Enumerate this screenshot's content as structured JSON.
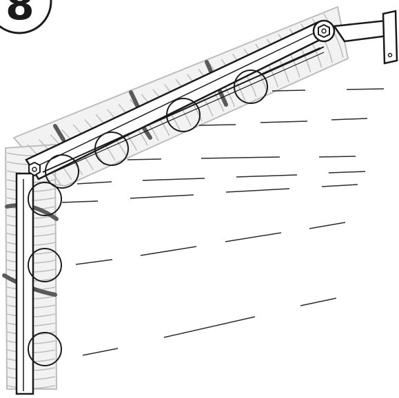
{
  "step": {
    "number": "8"
  },
  "colors": {
    "outline": "#1a1a1a",
    "frame_fill": "#ffffff",
    "insulation_outline": "#bdbdbd",
    "insulation_fill": "#f2f2f2",
    "strap": "#5a5a5a",
    "leader_line": "#2a2a2a"
  },
  "icons": {
    "step_badge": "step-number-badge",
    "mount_bracket": "wall-mount-bracket",
    "pivot": "hex-pivot-bolt",
    "detail_marker": "circle-detail-marker"
  }
}
